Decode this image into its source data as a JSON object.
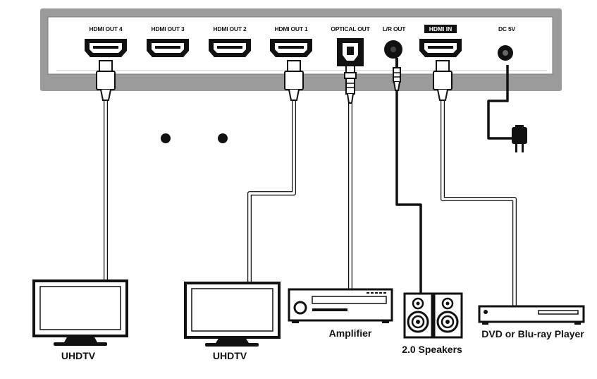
{
  "device": {
    "ports": {
      "hdmi_out_4": "HDMI OUT 4",
      "hdmi_out_3": "HDMI OUT 3",
      "hdmi_out_2": "HDMI OUT 2",
      "hdmi_out_1": "HDMI OUT 1",
      "optical_out": "OPTICAL OUT",
      "lr_out": "L/R OUT",
      "hdmi_in": "HDMI IN",
      "dc_5v": "DC 5V"
    }
  },
  "devices": {
    "uhdtv_left": "UHDTV",
    "uhdtv_right": "UHDTV",
    "amplifier": "Amplifier",
    "speakers": "2.0 Speakers",
    "player": "DVD or Blu-ray Player"
  },
  "icons": [
    "hdmi-port-icon",
    "optical-port-icon",
    "audio-jack-icon",
    "dc-jack-icon",
    "power-adapter-icon",
    "monitor-icon",
    "amplifier-icon",
    "speaker-icon",
    "player-icon"
  ],
  "colors": {
    "chassis": "#9b9b9b",
    "panel": "#ffffff",
    "ink": "#111111",
    "cable_gray": "#b9b9b9",
    "cable_black": "#111111"
  }
}
